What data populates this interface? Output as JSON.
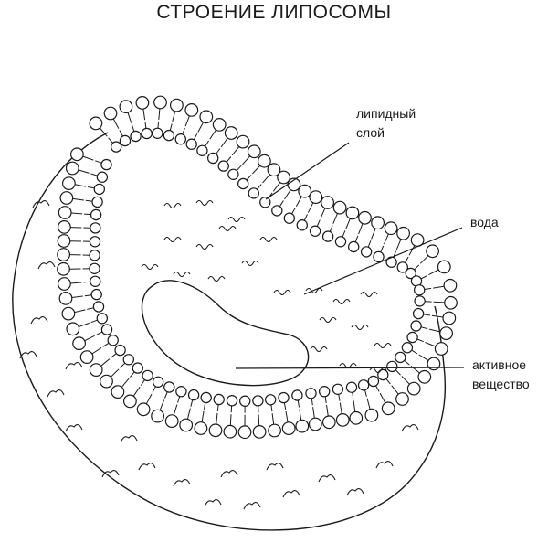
{
  "title": "СТРОЕНИЕ ЛИПОСОМЫ",
  "labels": {
    "lipid_layer": [
      "липидный",
      "слой"
    ],
    "water": "вода",
    "active_substance": [
      "активное",
      "вещество"
    ]
  },
  "colors": {
    "ink": "#1a1a1a",
    "background": "#ffffff"
  }
}
